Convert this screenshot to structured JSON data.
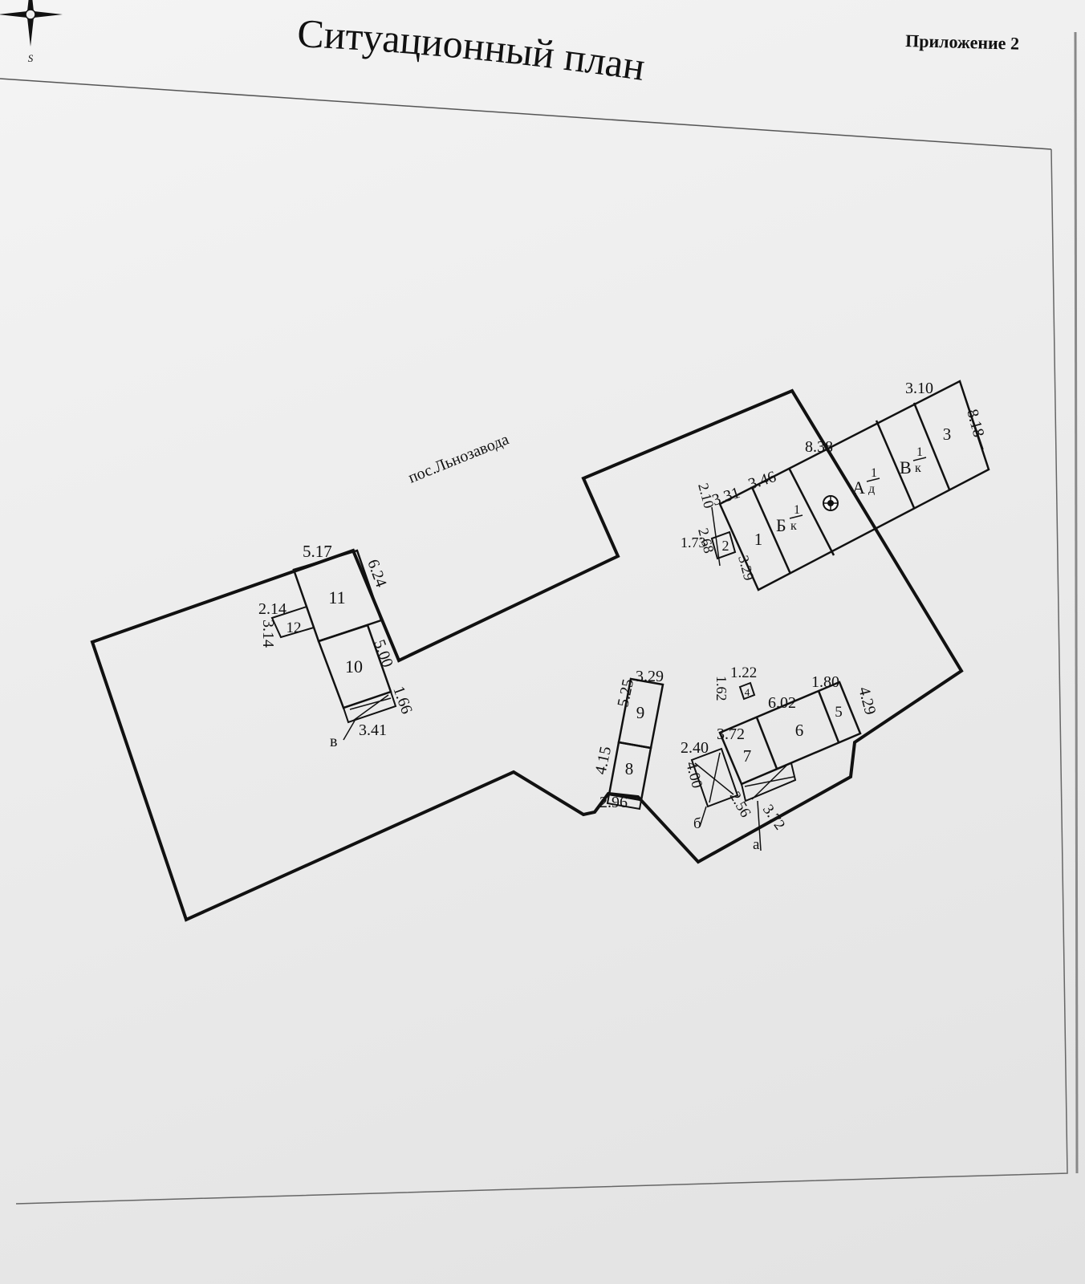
{
  "header": {
    "title": "Ситуационный план",
    "appendix": "Приложение 2",
    "compass_letter": "S"
  },
  "plot": {
    "label": "пос.Льнозавода"
  },
  "buildings": {
    "main": {
      "rooms": [
        "1",
        "2",
        "3"
      ],
      "litera_b": {
        "letter": "Б",
        "num": "1",
        "den": "к"
      },
      "litera_a": {
        "letter": "А",
        "num": "1",
        "den": "д"
      },
      "litera_v": {
        "letter": "В",
        "num": "1",
        "den": "к"
      },
      "dims": {
        "d_838": "8.38",
        "d_310": "3.10",
        "d_818": "8.18",
        "d_331": "3.31",
        "d_346": "3.46",
        "d_210": "2.10",
        "d_173": "1.73",
        "d_268": "2.68",
        "d_329": "3.29"
      }
    },
    "west": {
      "rooms": [
        "11",
        "12",
        "10"
      ],
      "dims": {
        "d_517": "5.17",
        "d_624": "6.24",
        "d_214": "2.14",
        "d_314": "3.14",
        "d_500": "5.00",
        "d_166": "1.66",
        "d_341": "3.41"
      },
      "porch": "в"
    },
    "middle": {
      "rooms": [
        "9",
        "8"
      ],
      "dims": {
        "d_329b": "3.29",
        "d_525": "5.25",
        "d_415": "4.15",
        "d_296": "2.96"
      }
    },
    "south": {
      "rooms": [
        "4",
        "5",
        "6",
        "7"
      ],
      "dims": {
        "d_122": "1.22",
        "d_162": "1.62",
        "d_180": "1.80",
        "d_429": "4.29",
        "d_602": "6.02",
        "d_372": "3.72",
        "d_240": "2.40",
        "d_400": "4.00",
        "d_256": "2.56",
        "d_372b": "3.72"
      },
      "porch_a": "а",
      "porch_b": "б"
    }
  },
  "colors": {
    "ink": "#111111",
    "paper": "#efefef"
  },
  "icons": [
    "compass-rose-icon",
    "well-symbol-icon"
  ]
}
